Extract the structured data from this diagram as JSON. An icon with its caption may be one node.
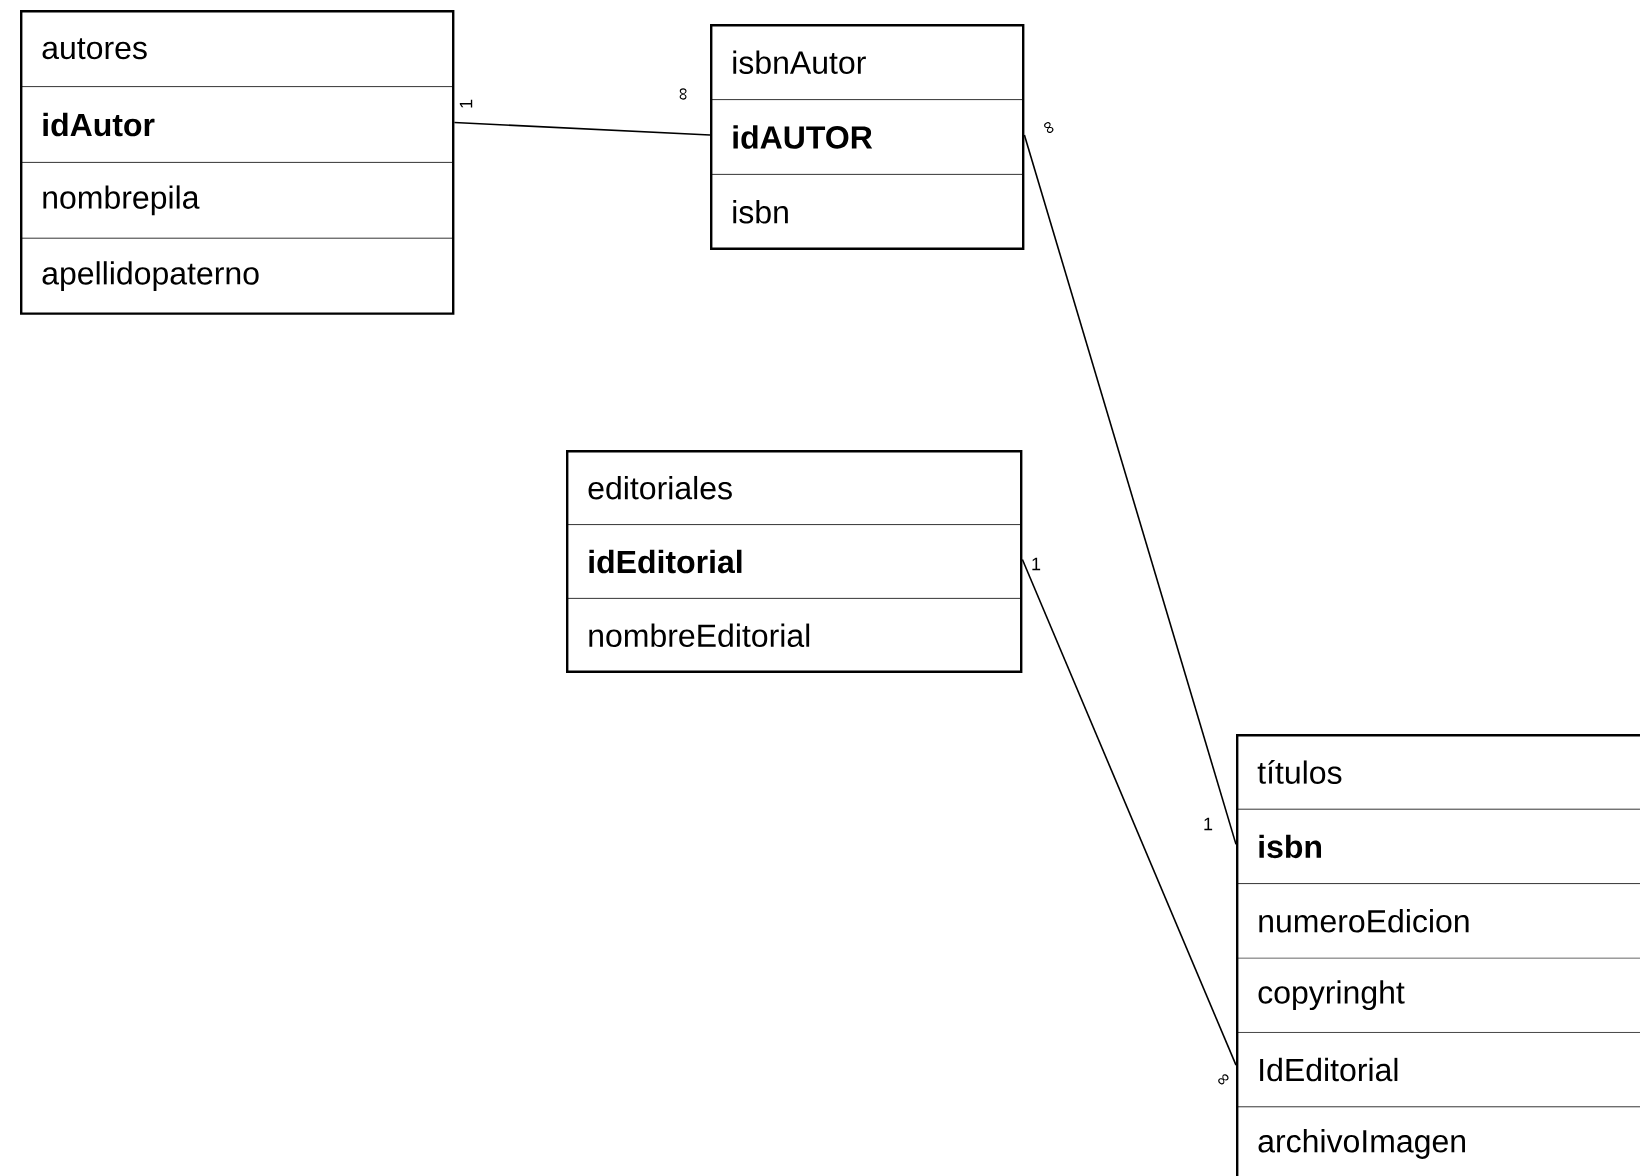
{
  "diagram": {
    "nodes": [
      {
        "text": [
          "autores",
          "idAutor",
          "nombrepila",
          "apellidopaterno"
        ]
      },
      {
        "text": [
          "isbnAutor",
          "idAUTOR",
          "isbn"
        ]
      },
      {
        "text": [
          "editoriales",
          "idEditorial",
          "nombreEditorial"
        ]
      },
      {
        "text": [
          "títulos",
          "isbn",
          "numeroEdicion",
          "copyringht",
          "IdEditorial",
          "archivoImagen"
        ]
      }
    ],
    "edges": [
      {
        "from": 0,
        "to": 1,
        "arrow": "none"
      },
      {
        "from": 1,
        "to": 3,
        "arrow": "none"
      },
      {
        "from": 2,
        "to": 3,
        "arrow": "none"
      }
    ],
    "labels": [
      "1",
      "∞",
      "∞",
      "1",
      "1",
      "∞"
    ]
  }
}
